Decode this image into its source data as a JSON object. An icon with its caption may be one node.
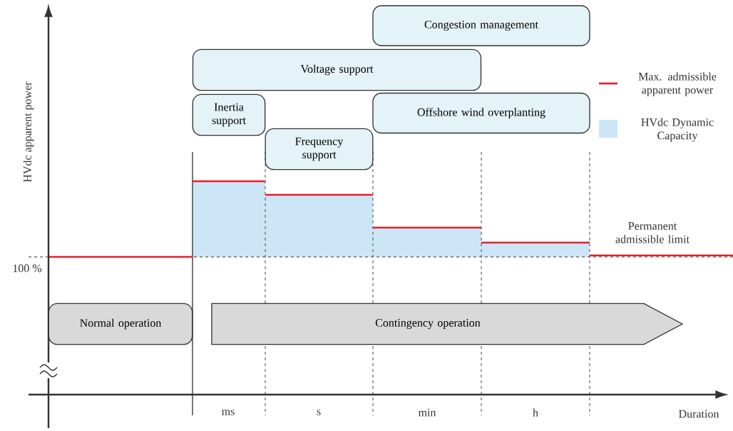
{
  "diagram": {
    "nodes": [
      {
        "text": [
          "Congestion management"
        ]
      },
      {
        "text": [
          "Voltage support"
        ]
      },
      {
        "text": [
          "Inertia support"
        ]
      },
      {
        "text": [
          "Frequency support"
        ]
      },
      {
        "text": [
          "Offshore wind overplanting"
        ]
      },
      {
        "text": [
          "Normal operation"
        ]
      },
      {
        "text": [
          "Contingency operation"
        ]
      }
    ],
    "edges": [],
    "labels": [
      "HVdc apparent power",
      "Permanent admissible limit",
      "100 %",
      "ms",
      "s",
      "min",
      "h",
      "Duration"
    ],
    "legend": [
      {
        "text": "Max. admissible apparent power"
      },
      {
        "text": "HVdc Dynamic Capacity",
        "color": "#cde6f7"
      }
    ]
  }
}
